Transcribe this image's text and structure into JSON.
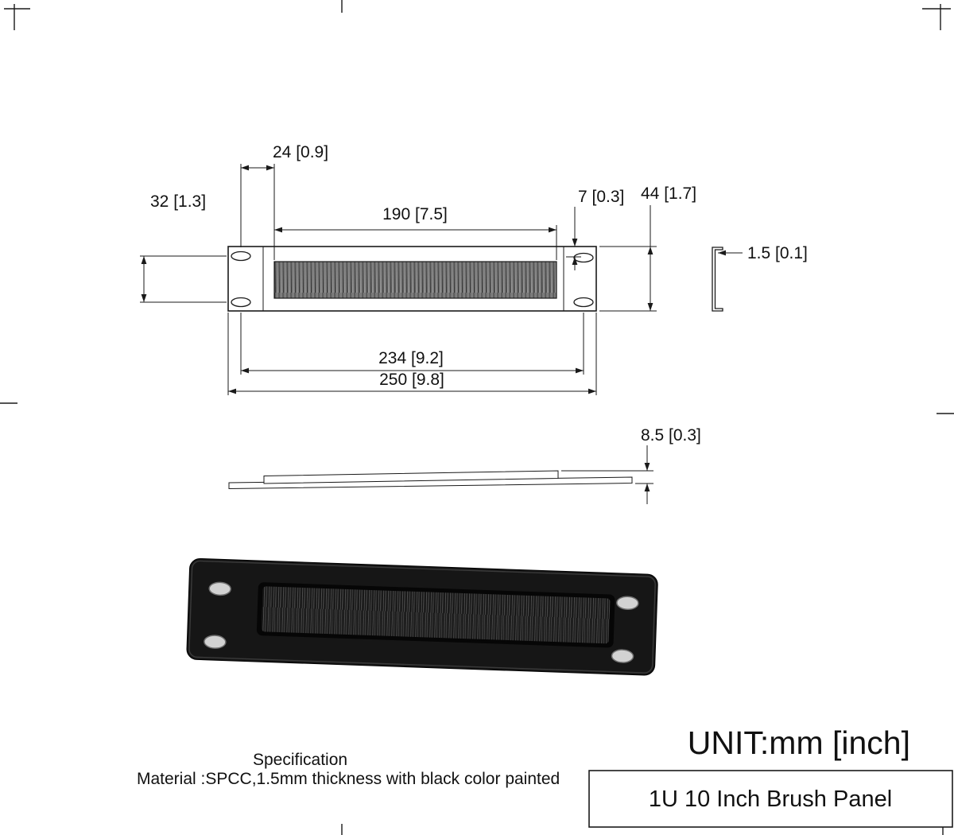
{
  "dims": {
    "d24": "24 [0.9]",
    "d32": "32 [1.3]",
    "d190": "190 [7.5]",
    "d7": "7 [0.3]",
    "d44": "44 [1.7]",
    "d1_5": "1.5 [0.1]",
    "d234": "234 [9.2]",
    "d250": "250 [9.8]",
    "d8_5": "8.5 [0.3]"
  },
  "notes": {
    "spec_heading": "Specification",
    "material": "Material :SPCC,1.5mm thickness with black color painted"
  },
  "title_block": {
    "unit": "UNIT:mm [inch]",
    "title": "1U 10 Inch Brush Panel"
  },
  "colors": {
    "line": "#1a1a1a",
    "panel_black": "#161616",
    "hole_gray": "#d2d2d2",
    "bristle_gray": "#9c9c9c"
  }
}
